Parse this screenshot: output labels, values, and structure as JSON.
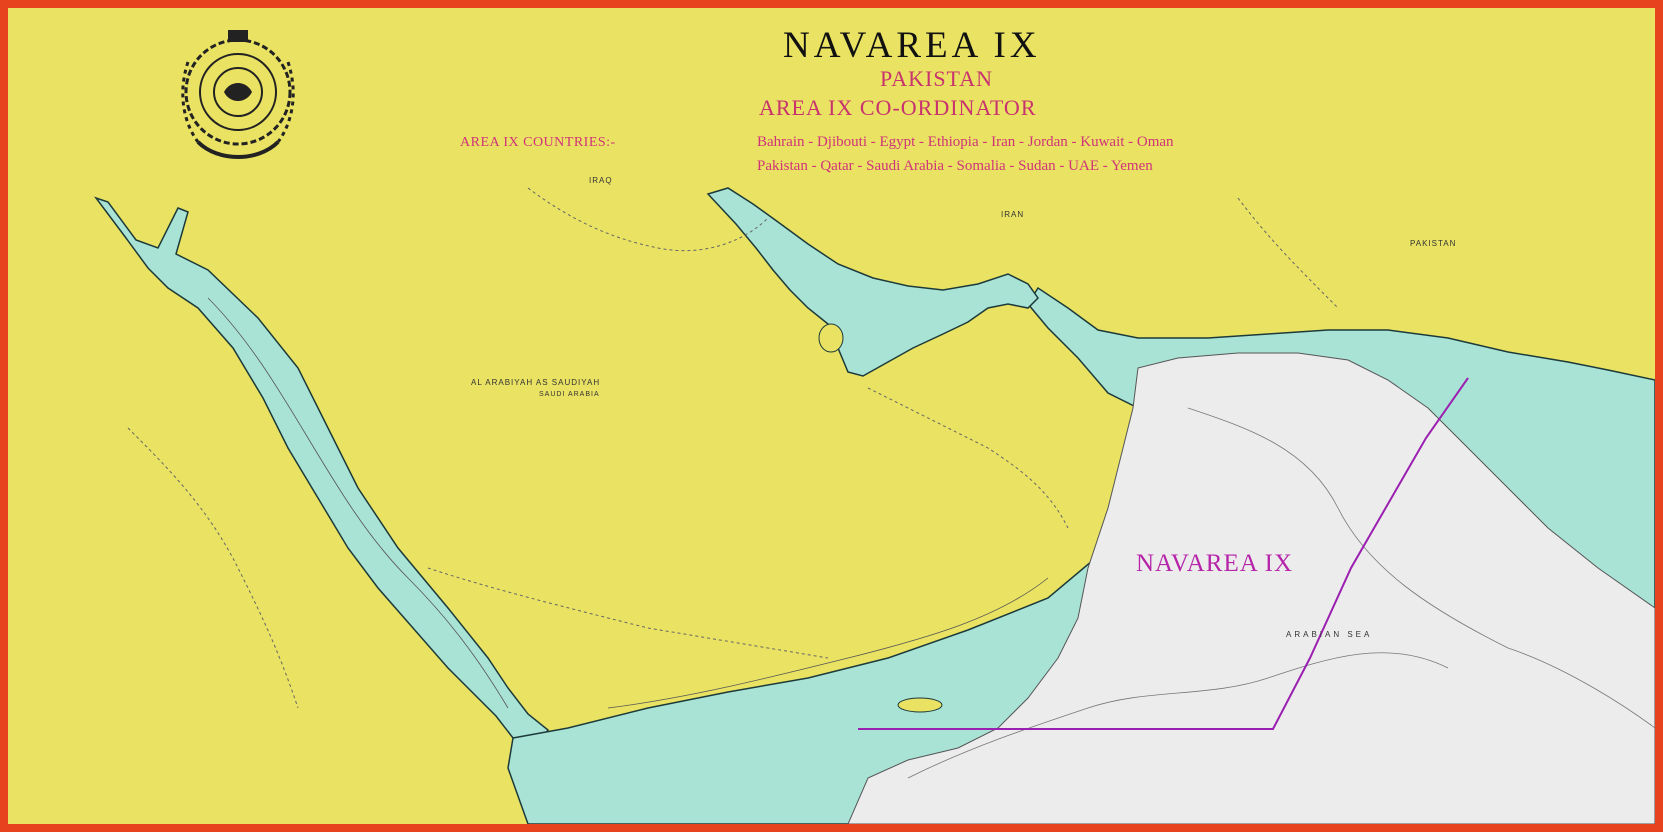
{
  "header": {
    "title": "NAVAREA  IX",
    "subtitle": "PAKISTAN",
    "coordinator": "AREA IX CO-ORDINATOR"
  },
  "countries": {
    "label": "AREA IX COUNTRIES:-",
    "line1": "Bahrain - Djibouti - Egypt - Ethiopia - Iran - Jordan - Kuwait - Oman",
    "line2": "Pakistan - Qatar - Saudi Arabia - Somalia - Sudan - UAE - Yemen"
  },
  "map": {
    "area_label": "NAVAREA  IX",
    "places": {
      "saudi": "AL ARABIYAH AS SAUDIYAH",
      "saudi_en": "SAUDI ARABIA",
      "pakistan": "PAKISTAN",
      "iran": "IRAN",
      "iraq": "IRAQ",
      "arabian_sea": "ARABIAN SEA"
    }
  },
  "colors": {
    "border": "#e8431f",
    "land": "#e9e263",
    "shallow_sea": "#a9e3d6",
    "deep_sea": "#eeeeee",
    "boundary_line": "#9b1fb0",
    "title_red": "#c8326e"
  },
  "icons": {
    "emblem": "naval-crest-emblem"
  }
}
